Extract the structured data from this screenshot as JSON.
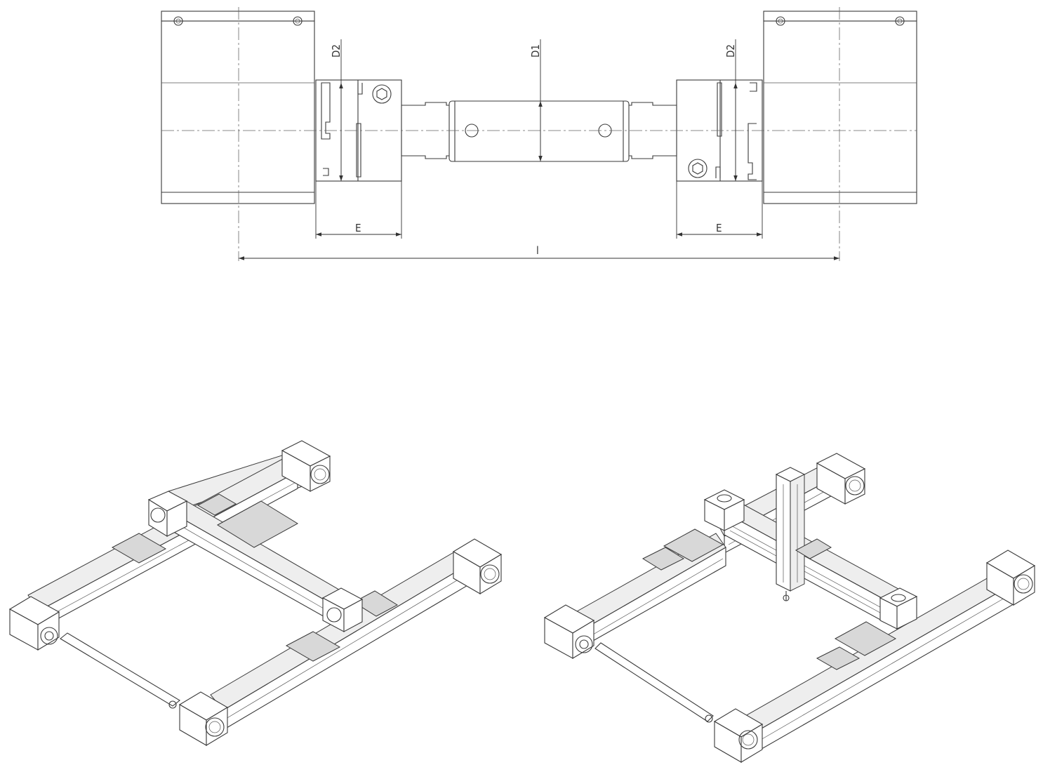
{
  "dimensions": {
    "shaft_diameter": "D1",
    "coupling_diameter_left": "D2",
    "coupling_diameter_right": "D2",
    "coupling_length_left": "E",
    "coupling_length_right": "E",
    "overall_length": "l"
  },
  "views": [
    "front-elevation-drawing",
    "isometric-two-axis-gantry",
    "isometric-three-axis-gantry"
  ]
}
